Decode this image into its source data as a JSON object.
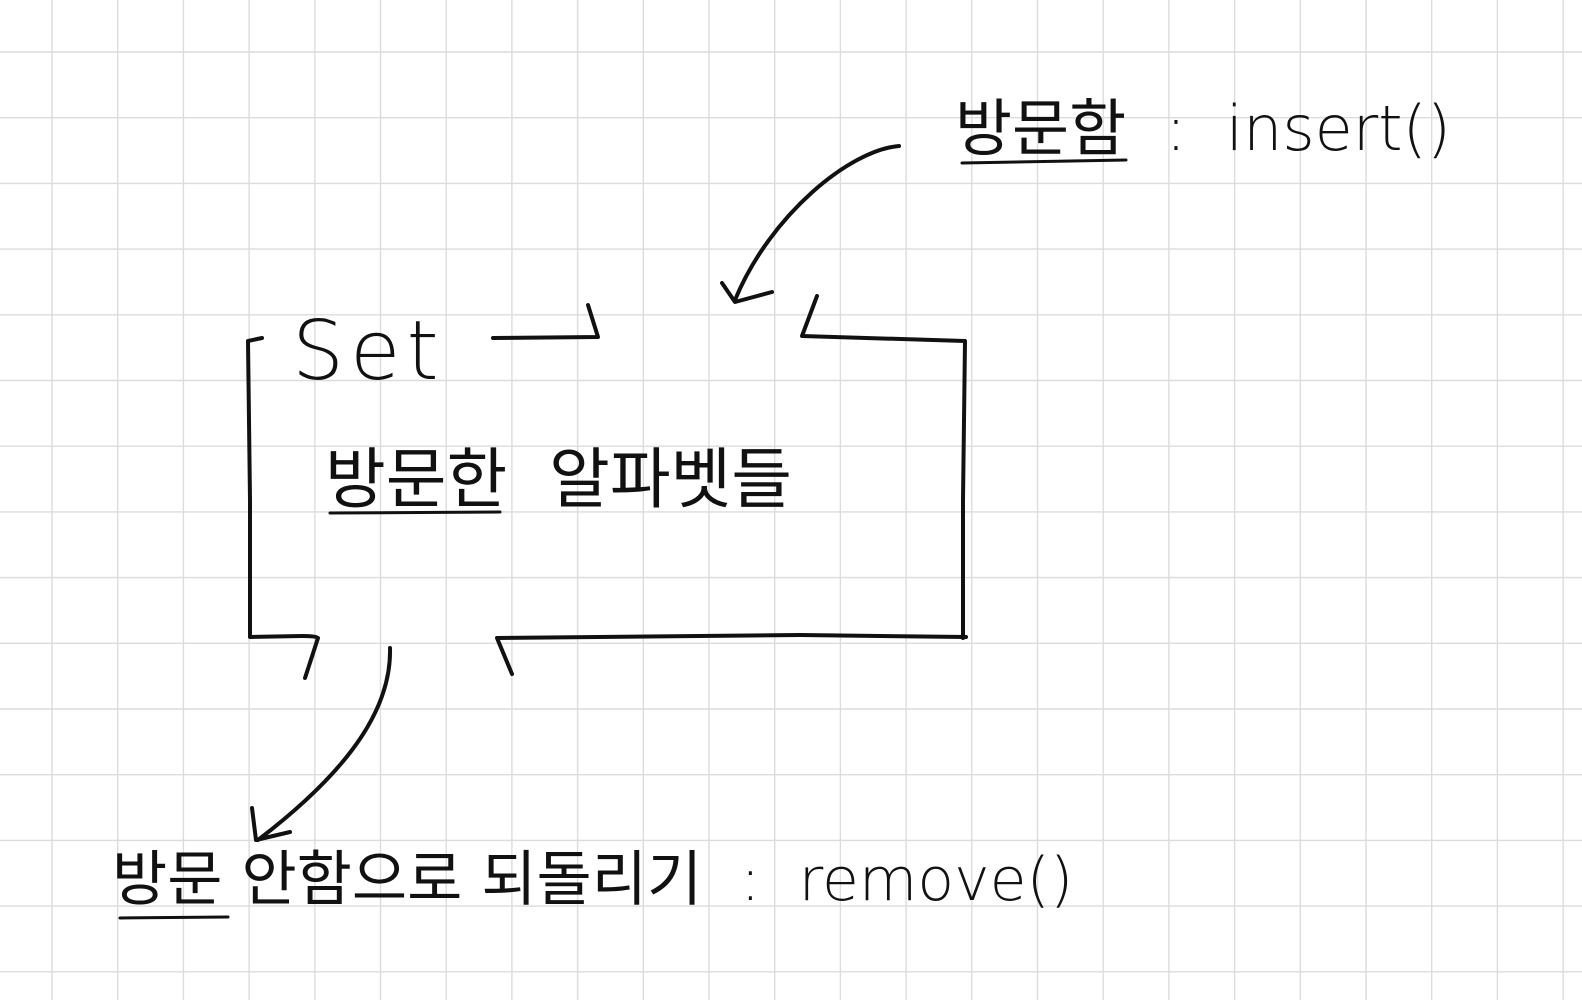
{
  "colors": {
    "background": "#ffffff",
    "grid": "#dcdcdc",
    "ink": "#111111"
  },
  "diagram": {
    "set_box": {
      "title": "Set",
      "content": "방문한  알파벳들"
    },
    "insert_label": "방문함  :  insert()",
    "remove_label": "방문 안함으로 되돌리기  :  remove()"
  }
}
